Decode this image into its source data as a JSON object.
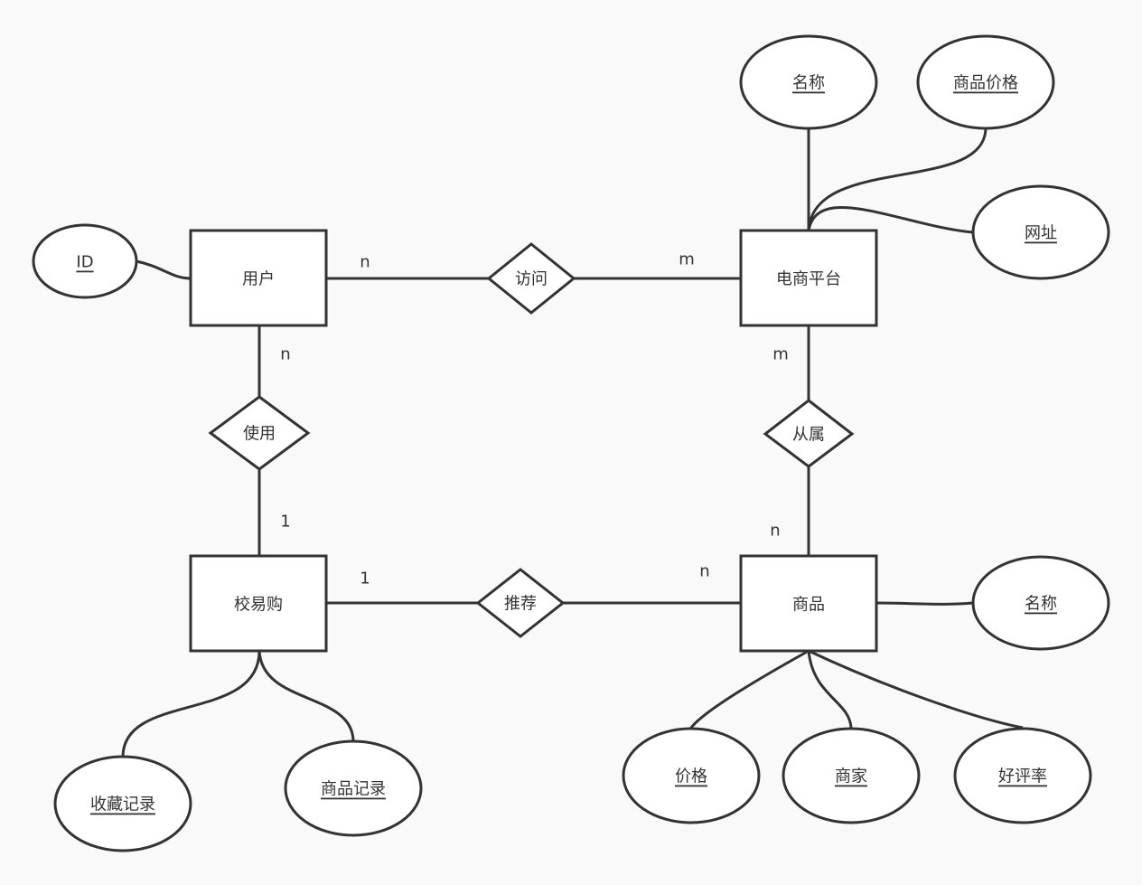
{
  "entities": {
    "user": "用户",
    "platform": "电商平台",
    "campus": "校易购",
    "product": "商品"
  },
  "relationships": {
    "visit": "访问",
    "use": "使用",
    "belong": "从属",
    "recommend": "推荐"
  },
  "attributes": {
    "user_id": "ID",
    "platform_name": "名称",
    "platform_price": "商品价格",
    "platform_url": "网址",
    "product_name": "名称",
    "product_price": "价格",
    "product_merchant": "商家",
    "product_rating": "好评率",
    "campus_favorites": "收藏记录",
    "campus_records": "商品记录"
  },
  "cardinalities": {
    "visit_user": "n",
    "visit_platform": "m",
    "use_user": "n",
    "use_campus": "1",
    "belong_platform": "m",
    "belong_product": "n",
    "recommend_campus": "1",
    "recommend_product": "n"
  }
}
